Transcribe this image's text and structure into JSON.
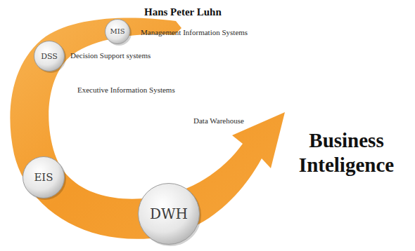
{
  "diagram": {
    "nodes": [
      {
        "text": [
          "MIS",
          "Management Information Systems"
        ]
      },
      {
        "text": [
          "DSS",
          "Decision Support systems"
        ]
      },
      {
        "text": [
          "EIS",
          "Executive Information Systems"
        ]
      },
      {
        "text": [
          "DWH",
          "Data Warehouse"
        ]
      }
    ],
    "labels": [
      "Hans Peter Luhn",
      "Business Inteligence"
    ]
  }
}
